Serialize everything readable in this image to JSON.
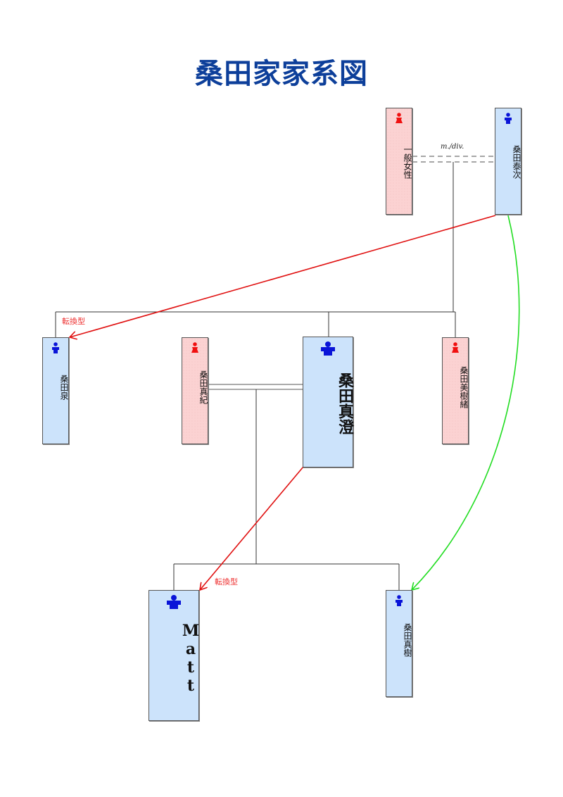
{
  "title": "桑田家家系図",
  "colors": {
    "title": "#0d3f9a",
    "male_fill": "#cce3fb",
    "female_fill": "#fbd2d2",
    "male_icon": "#0a14d8",
    "female_icon": "#f01010",
    "adoption_arrow": "#e01010",
    "biological_arrow": "#22dd22",
    "line": "#333333"
  },
  "people": [
    {
      "id": "ippan",
      "name": "一般女性",
      "sex": "female"
    },
    {
      "id": "yasuji",
      "name": "桑田泰次",
      "sex": "male"
    },
    {
      "id": "izumi",
      "name": "桑田泉",
      "sex": "male"
    },
    {
      "id": "maki",
      "name": "桑田真紀",
      "sex": "female"
    },
    {
      "id": "masumi",
      "name": "桑田真澄",
      "sex": "male",
      "emphasized": true
    },
    {
      "id": "mikio",
      "name": "桑田美樹緒",
      "sex": "female"
    },
    {
      "id": "matt",
      "name": "Matt",
      "sex": "male",
      "emphasized": true
    },
    {
      "id": "masaki",
      "name": "桑田真樹",
      "sex": "male"
    }
  ],
  "relations": {
    "marriage_status_label": "m./div.",
    "adoption_label_1": "転換型",
    "adoption_label_2": "転換型"
  }
}
